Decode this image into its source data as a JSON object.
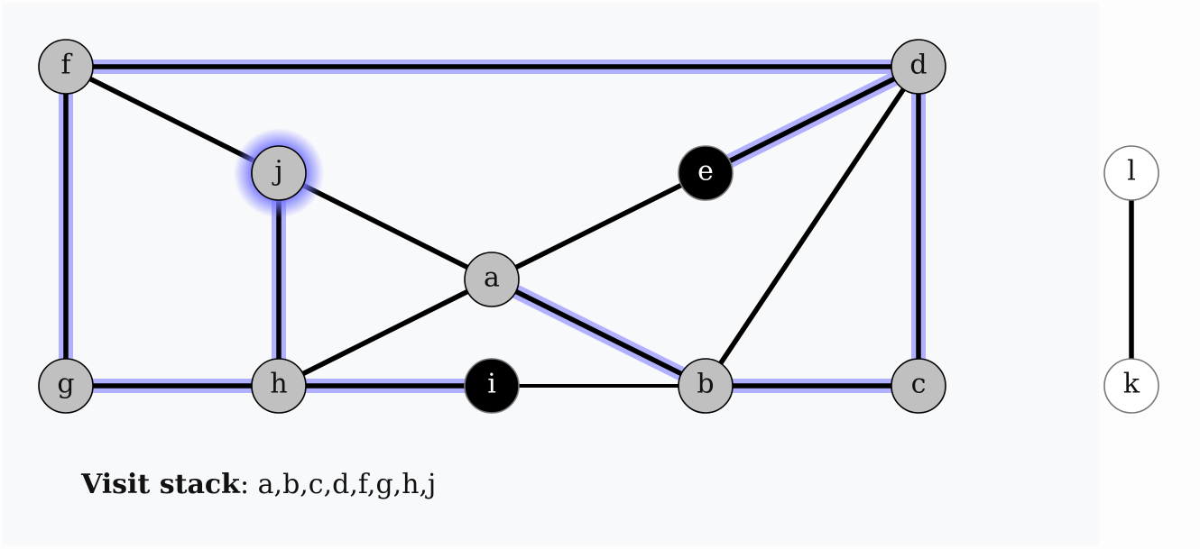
{
  "colors": {
    "visited_fill": "#c0c0c0",
    "active_fill": "#000000",
    "unvisited_fill": "#ffffff",
    "highlight": "#b0b0ff",
    "glow": "#7777ff"
  },
  "nodes": [
    {
      "id": "f",
      "state": "visited"
    },
    {
      "id": "d",
      "state": "visited"
    },
    {
      "id": "j",
      "state": "current"
    },
    {
      "id": "e",
      "state": "active"
    },
    {
      "id": "a",
      "state": "visited"
    },
    {
      "id": "g",
      "state": "visited"
    },
    {
      "id": "h",
      "state": "visited"
    },
    {
      "id": "i",
      "state": "active"
    },
    {
      "id": "b",
      "state": "visited"
    },
    {
      "id": "c",
      "state": "visited"
    },
    {
      "id": "l",
      "state": "unvisited"
    },
    {
      "id": "k",
      "state": "unvisited"
    }
  ],
  "edges": [
    {
      "from": "f",
      "to": "d",
      "tree": true
    },
    {
      "from": "f",
      "to": "g",
      "tree": true
    },
    {
      "from": "g",
      "to": "h",
      "tree": true
    },
    {
      "from": "h",
      "to": "j",
      "tree": true
    },
    {
      "from": "h",
      "to": "i",
      "tree": true
    },
    {
      "from": "a",
      "to": "b",
      "tree": true
    },
    {
      "from": "b",
      "to": "c",
      "tree": true
    },
    {
      "from": "c",
      "to": "d",
      "tree": true
    },
    {
      "from": "d",
      "to": "e",
      "tree": true
    },
    {
      "from": "f",
      "to": "j",
      "tree": false
    },
    {
      "from": "j",
      "to": "a",
      "tree": false
    },
    {
      "from": "a",
      "to": "e",
      "tree": false
    },
    {
      "from": "a",
      "to": "h",
      "tree": false
    },
    {
      "from": "i",
      "to": "b",
      "tree": false,
      "thin": true
    },
    {
      "from": "d",
      "to": "b",
      "tree": false
    },
    {
      "from": "k",
      "to": "l",
      "tree": false
    }
  ],
  "caption": {
    "label": "Visit stack",
    "separator": ": ",
    "value": "a,b,c,d,f,g,h,j"
  }
}
